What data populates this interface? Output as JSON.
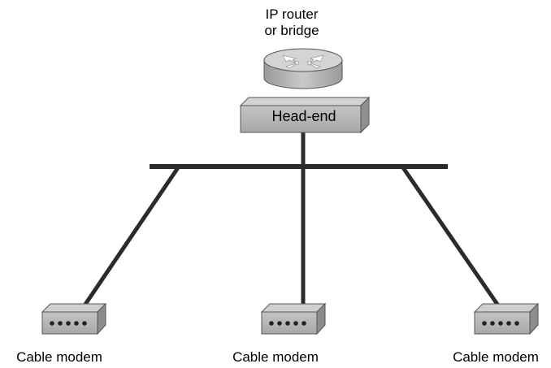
{
  "diagram": {
    "router": {
      "label_line1": "IP router",
      "label_line2": "or bridge",
      "icon": "router-icon"
    },
    "headend": {
      "label": "Head-end"
    },
    "modems": [
      {
        "label": "Cable modem",
        "icon": "cable-modem-icon"
      },
      {
        "label": "Cable modem",
        "icon": "cable-modem-icon"
      },
      {
        "label": "Cable modem",
        "icon": "cable-modem-icon"
      }
    ],
    "colors": {
      "device_gray": "#bdbdbd",
      "device_dark": "#8c8c8c",
      "line": "#2b2b2b"
    }
  }
}
